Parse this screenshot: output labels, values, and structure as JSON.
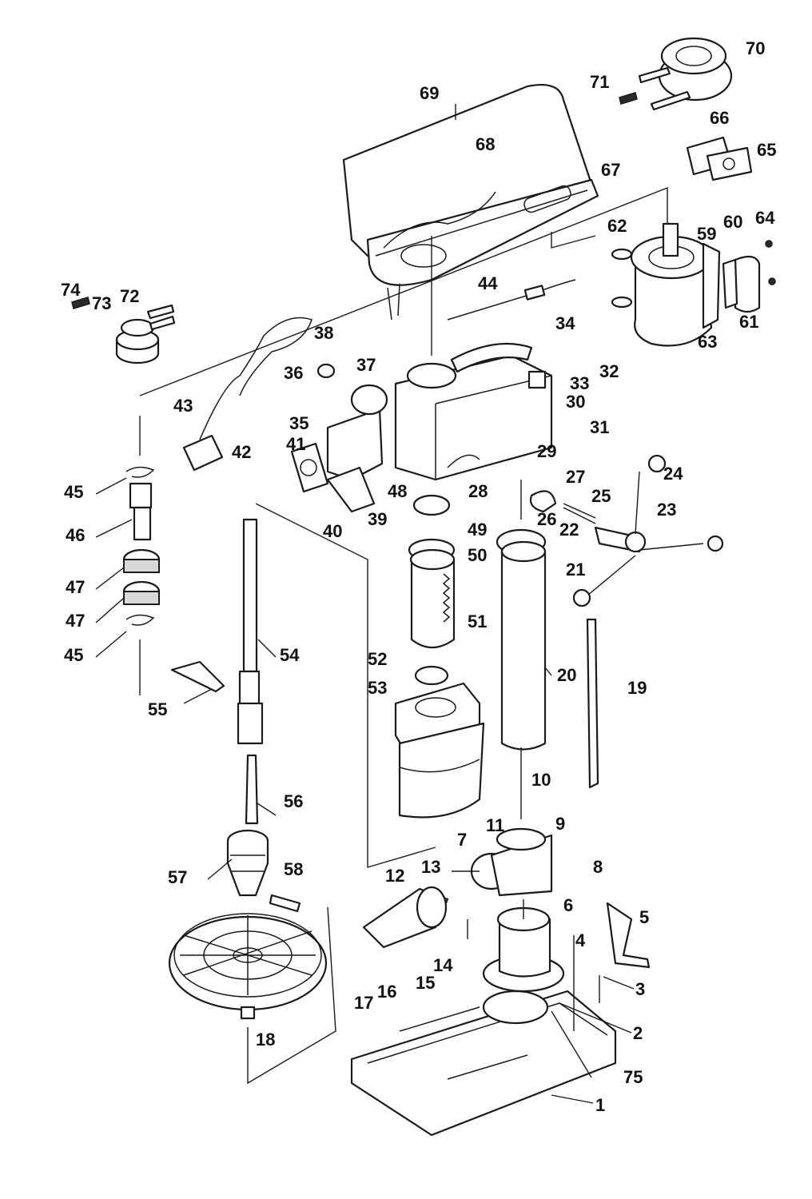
{
  "diagram": {
    "part_labels": [
      "1",
      "2",
      "3",
      "4",
      "5",
      "6",
      "7",
      "8",
      "9",
      "10",
      "11",
      "12",
      "13",
      "14",
      "15",
      "16",
      "17",
      "18",
      "19",
      "20",
      "21",
      "22",
      "23",
      "24",
      "25",
      "26",
      "27",
      "28",
      "29",
      "30",
      "31",
      "32",
      "33",
      "34",
      "35",
      "36",
      "37",
      "38",
      "39",
      "40",
      "41",
      "42",
      "43",
      "44",
      "45",
      "45",
      "46",
      "47",
      "47",
      "48",
      "49",
      "50",
      "51",
      "52",
      "53",
      "54",
      "55",
      "56",
      "57",
      "58",
      "59",
      "60",
      "61",
      "62",
      "63",
      "64",
      "65",
      "66",
      "67",
      "68",
      "69",
      "70",
      "71",
      "72",
      "73",
      "74",
      "75"
    ]
  }
}
